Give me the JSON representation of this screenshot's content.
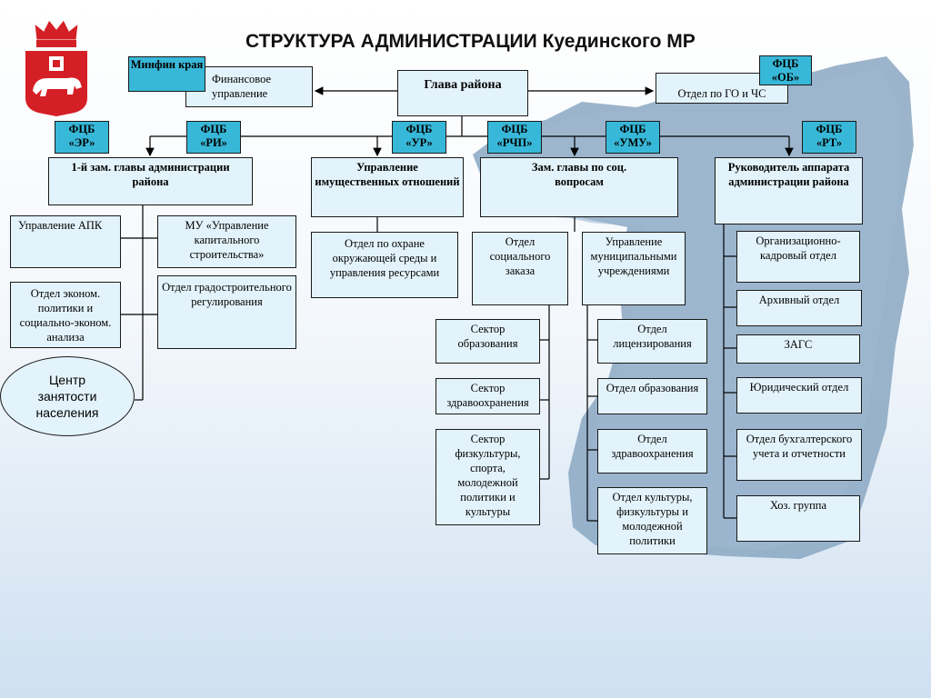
{
  "title": "СТРУКТУРА АДМИНИСТРАЦИИ Куединского  МР",
  "logo": {
    "icon": "perm-krai-coat-of-arms-icon",
    "colors": {
      "shield": "#d41f26",
      "crown": "#d41f26",
      "bear": "#ffffff"
    }
  },
  "colors": {
    "box": "#e3f3fb",
    "tag": "#38b8d8",
    "map": "#7f9fbd"
  },
  "tags": {
    "minfin": "Минфин края",
    "fcb_ob": "ФЦБ «ОБ»",
    "fcb_er": "ФЦБ «ЭР»",
    "fcb_ri": "ФЦБ «РИ»",
    "fcb_ur": "ФЦБ «УР»",
    "fcb_rchp": "ФЦБ «РЧП»",
    "fcb_umu": "ФЦБ «УМУ»",
    "fcb_rt": "ФЦБ «РТ»"
  },
  "top": {
    "glava": "Глава района",
    "fin_upr": "Финансовое управление",
    "otdel_go": "Отдел по ГО и ЧС"
  },
  "heads": {
    "zam1": "1-й зам. главы администрации района",
    "imush": "Управление имущественных отношений",
    "zam_soc": "Зам. главы по соц. вопросам",
    "rukovod": "Руководитель аппарата администрации района"
  },
  "zam1_units": {
    "apk": "Управление АПК",
    "mu_kap": "МУ «Управление капитального строительства»",
    "ekon": "Отдел эконом. политики и социально-эконом. анализа",
    "grad": "Отдел градостроительного регулирования",
    "czn": "Центр занятости населения"
  },
  "imush_units": {
    "ohrana": "Отдел по охране окружающей среды и управления ресурсами"
  },
  "soc_units": {
    "soc_zakaz": "Отдел социального заказа",
    "upr_mun": "Управление муниципальными учреждениями",
    "sektor_obr": "Сектор образования",
    "sektor_zdrav": "Сектор здравоохранения",
    "sektor_fiz": "Сектор физкультуры, спорта, молодежной политики и культуры",
    "otd_lic": "Отдел лицензирования",
    "otd_obr": "Отдел образования",
    "otd_zdrav": "Отдел здравоохранения",
    "otd_kult": "Отдел культуры, физкультуры и молодежной политики"
  },
  "apparat_units": {
    "kadr": "Организационно-кадровый отдел",
    "arhiv": "Архивный отдел",
    "zags": "ЗАГС",
    "yur": "Юридический отдел",
    "buh": "Отдел бухгалтерского учета и отчетности",
    "hoz": "Хоз. группа"
  }
}
